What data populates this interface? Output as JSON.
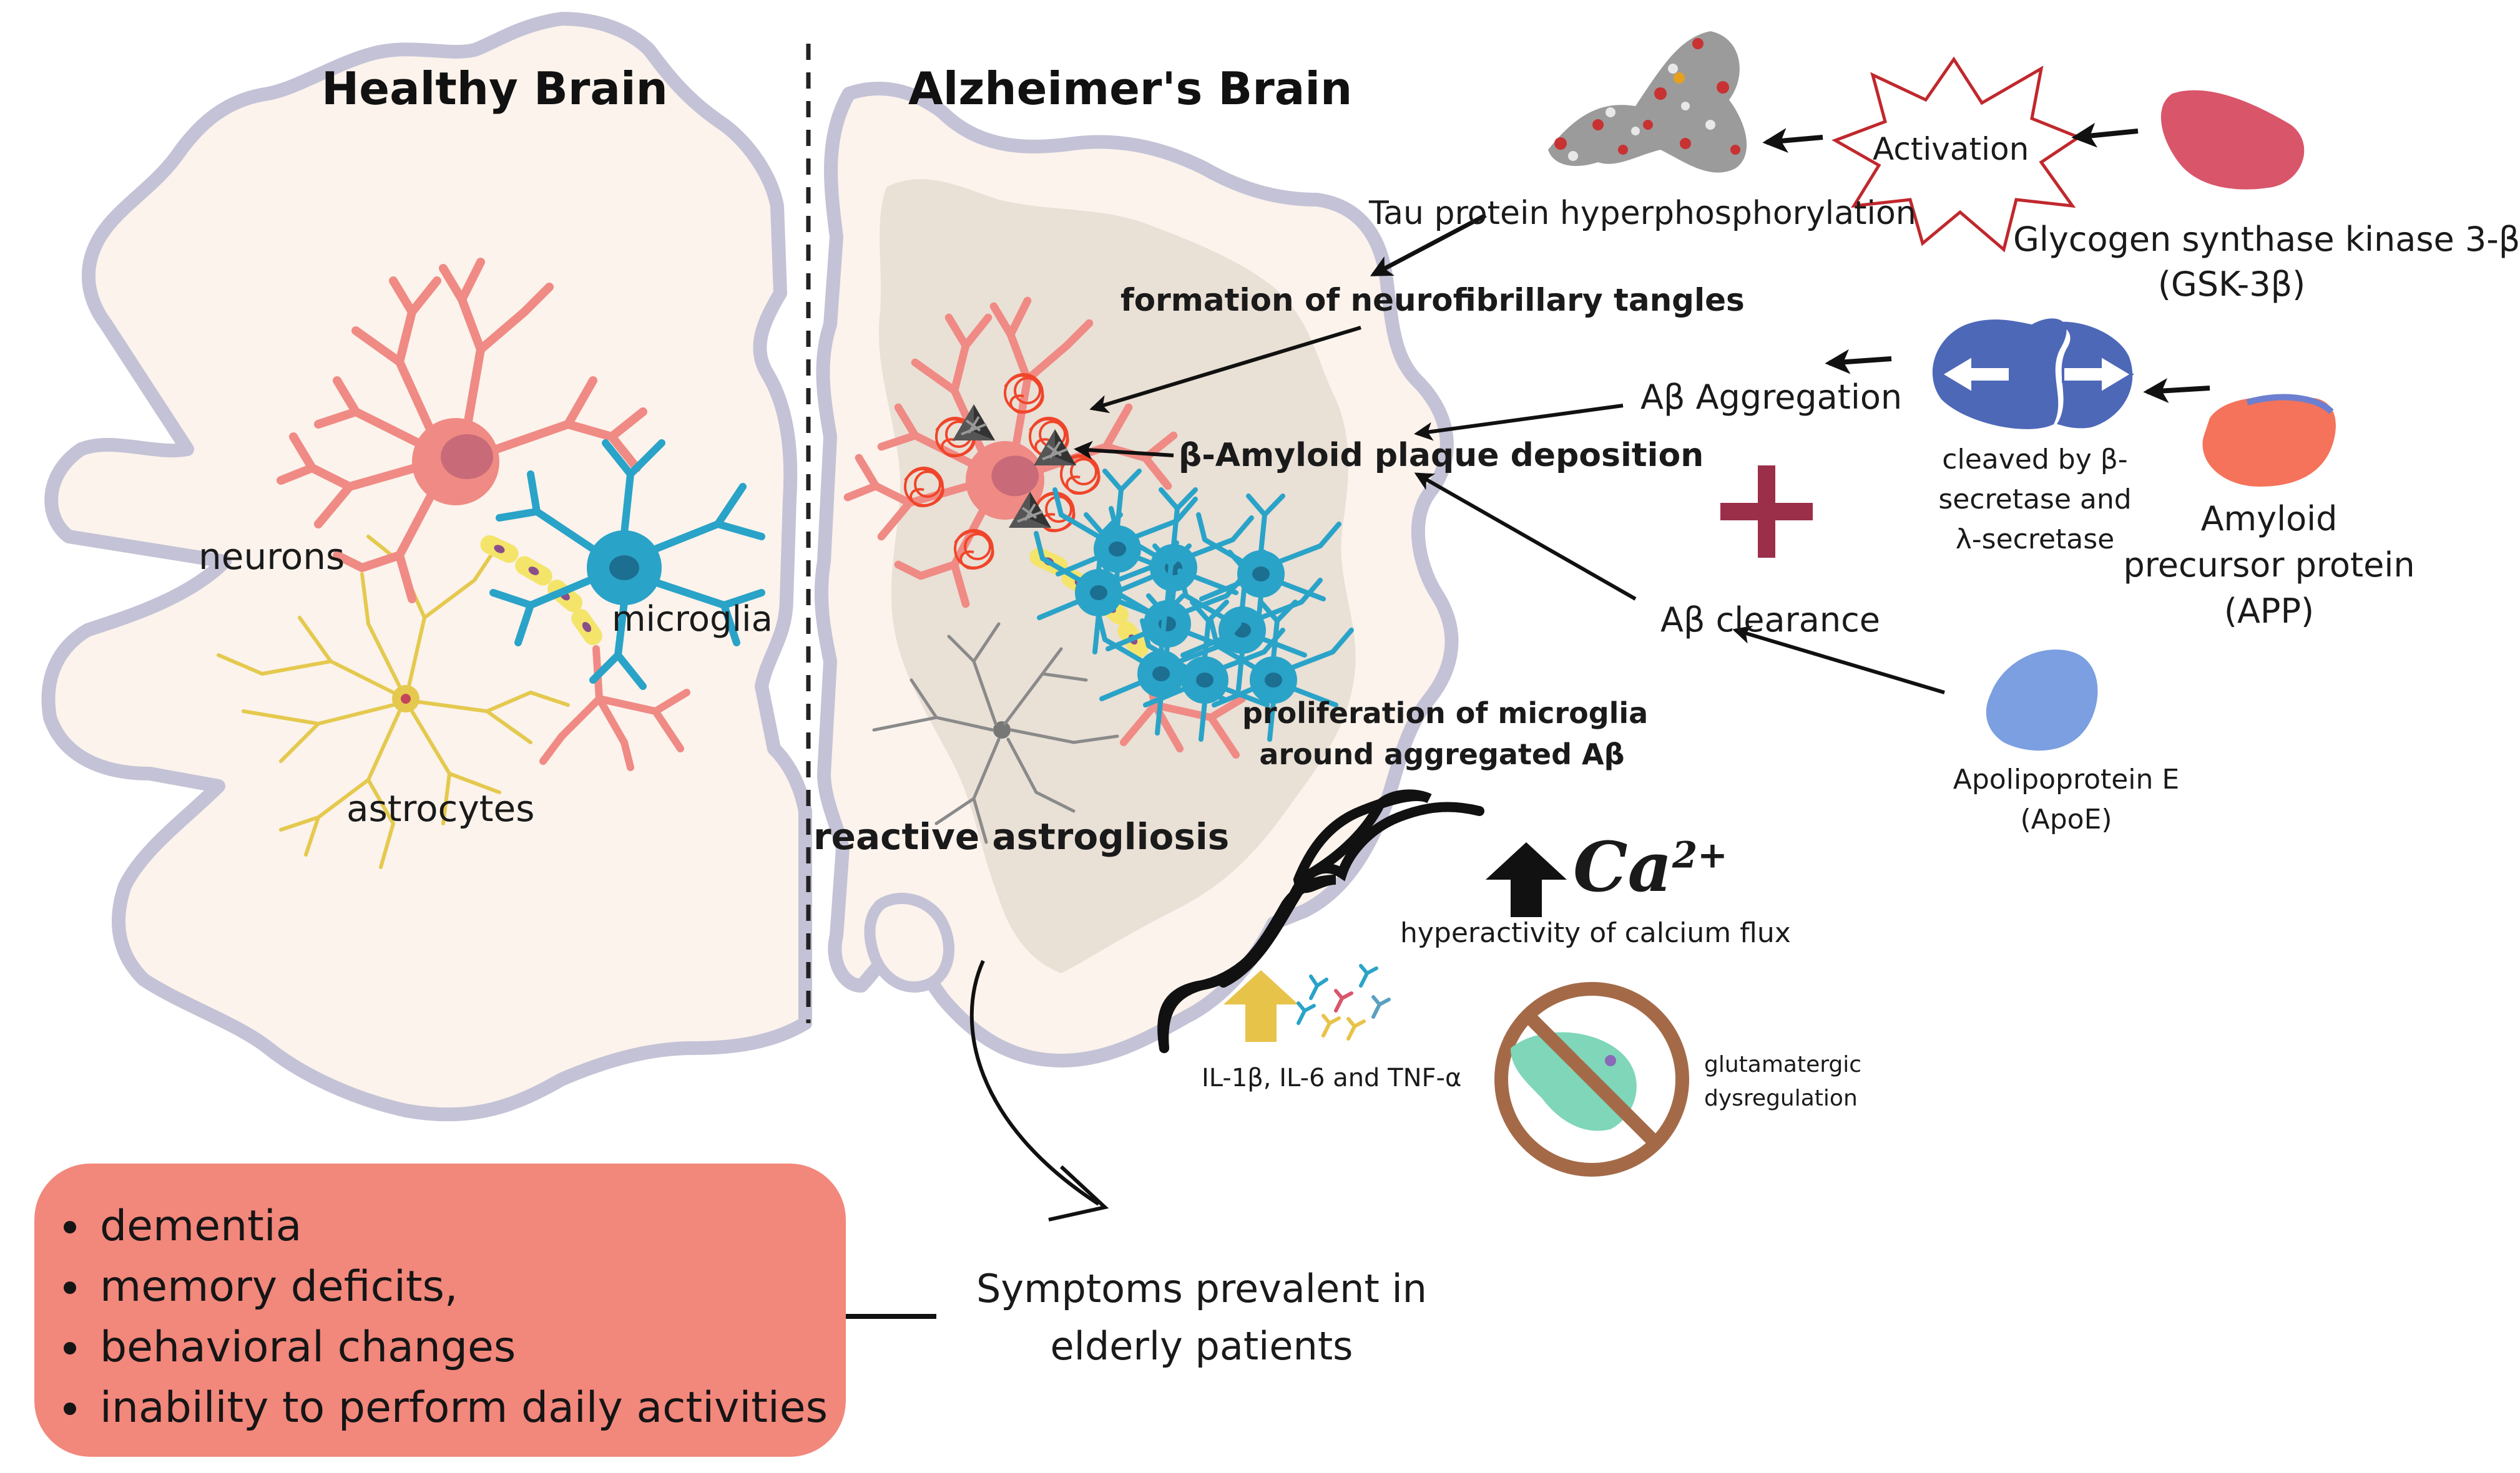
{
  "healthy": {
    "title": "Healthy Brain",
    "labels": {
      "neurons": "neurons",
      "microglia": "microglia",
      "astrocytes": "astrocytes"
    }
  },
  "alzheimers": {
    "title": "Alzheimer's Brain",
    "tau": "Tau protein hyperphosphorylation",
    "activation": "Activation",
    "gsk_line1": "Glycogen synthase kinase 3-β",
    "gsk_line2": "(GSK-3β)",
    "tangles": "formation of neurofibrillary tangles",
    "plaque": "β-Amyloid plaque deposition",
    "aggregation": "Aβ Aggregation",
    "cleaved_line1": "cleaved by β-",
    "cleaved_line2": "secretase and",
    "cleaved_line3": "λ-secretase",
    "app_line1": "Amyloid",
    "app_line2": "precursor protein",
    "app_line3": "(APP)",
    "clearance": "Aβ clearance",
    "apoe_line1": "Apolipoprotein E",
    "apoe_line2": "(ApoE)",
    "microglia_line1": "proliferation of microglia",
    "microglia_line2": "around aggregated Aβ",
    "astrogliosis": "reactive astrogliosis",
    "calcium_symbol": "Ca",
    "calcium_charge": "2+",
    "calcium": "hyperactivity of calcium flux",
    "cytokines": "IL-1β, IL-6 and TNF-α",
    "glutamate_line1": "glutamatergic",
    "glutamate_line2": "dysregulation"
  },
  "symptoms": {
    "caption_line1": "Symptoms prevalent in",
    "caption_line2": "elderly patients",
    "items": [
      "dementia",
      "memory deficits,",
      "behavioral changes",
      "inability to perform daily activities"
    ]
  },
  "colors": {
    "brain_fill": "#fbf3ec",
    "brain_outline": "#c4c2d6",
    "damage_fill": "#e9e0d6",
    "neuron": "#f08a84",
    "microglia": "#2aa3c8",
    "astrocyte": "#e5c94e",
    "myelin": "#f4e46a",
    "symptom_box": "#f2877b",
    "gsk": "#d9566a",
    "enzyme": "#4e68b8",
    "app": "#f4735a",
    "apoe": "#7b9fe0",
    "plus": "#9b2f4a",
    "no_sign": "#a46a48",
    "cytokine_arrow": "#e8c34a"
  }
}
